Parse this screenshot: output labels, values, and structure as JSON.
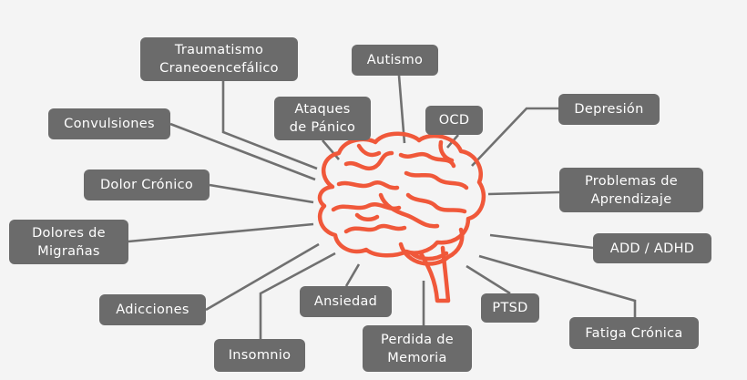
{
  "colors": {
    "background": "#f4f4f4",
    "node_fill": "#6b6b6b",
    "node_text": "#ffffff",
    "connector": "#707070",
    "brain": "#f0583a"
  },
  "center": {
    "icon": "brain-icon"
  },
  "nodes": [
    {
      "id": "traumatismo",
      "label": "Traumatismo\nCraneoencefálico"
    },
    {
      "id": "autismo",
      "label": "Autismo"
    },
    {
      "id": "ataques",
      "label": "Ataques\nde Pánico"
    },
    {
      "id": "ocd",
      "label": "OCD"
    },
    {
      "id": "depresion",
      "label": "Depresión"
    },
    {
      "id": "convulsiones",
      "label": "Convulsiones"
    },
    {
      "id": "dolor-cronico",
      "label": "Dolor Crónico"
    },
    {
      "id": "aprendizaje",
      "label": "Problemas de\nAprendizaje"
    },
    {
      "id": "migranas",
      "label": "Dolores de\nMigrañas"
    },
    {
      "id": "add-adhd",
      "label": "ADD / ADHD"
    },
    {
      "id": "adicciones",
      "label": "Adicciones"
    },
    {
      "id": "ansiedad",
      "label": "Ansiedad"
    },
    {
      "id": "ptsd",
      "label": "PTSD"
    },
    {
      "id": "fatiga",
      "label": "Fatiga Crónica"
    },
    {
      "id": "insomnio",
      "label": "Insomnio"
    },
    {
      "id": "memoria",
      "label": "Perdida de\nMemoria"
    }
  ]
}
